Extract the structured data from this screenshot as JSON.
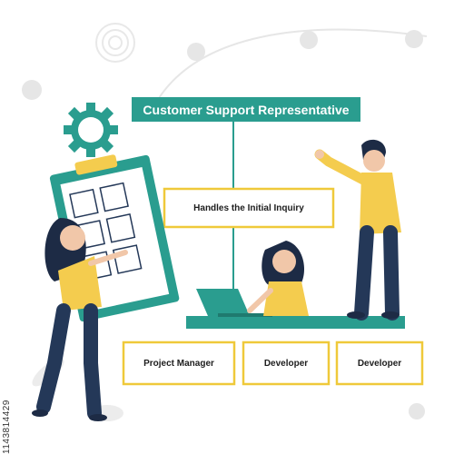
{
  "diagram": {
    "top_role": "Customer Support Representative",
    "second_role": "Handles the Initial Inquiry",
    "bottom_roles": [
      {
        "label": "Project Manager"
      },
      {
        "label": "Developer"
      },
      {
        "label": "Developer"
      }
    ]
  },
  "watermark": {
    "id_text": "1143814429"
  },
  "colors": {
    "teal": "#2a9d8f",
    "teal_dark": "#1f7a6f",
    "yellow": "#f4cc4e",
    "yellow_border": "#efc93a",
    "navy": "#243858",
    "skin": "#f1c7a9",
    "hair": "#1d2b45",
    "light_gray": "#e8e8e8"
  },
  "icons": [
    "gear-icon",
    "clipboard-icon",
    "laptop-icon"
  ]
}
